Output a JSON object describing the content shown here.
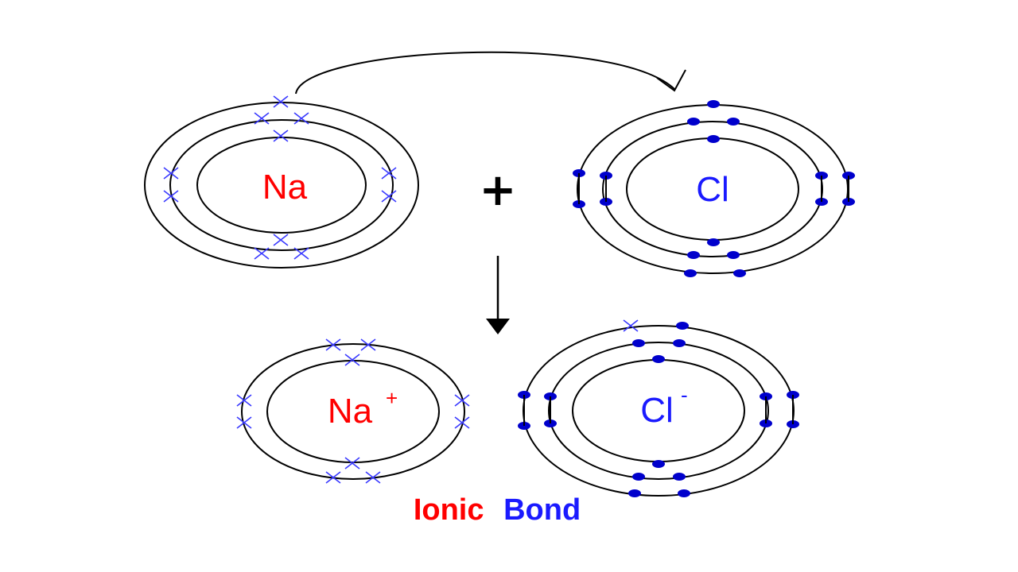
{
  "diagram": {
    "na": {
      "symbol": "Na"
    },
    "cl": {
      "symbol": "Cl"
    },
    "operator": "+",
    "na_ion": {
      "symbol": "Na",
      "charge": "+"
    },
    "cl_ion": {
      "symbol": "Cl",
      "charge": "-"
    },
    "caption": {
      "word1": "Ionic",
      "word2": "Bond"
    }
  },
  "colors": {
    "sodium": "#ff0000",
    "chlorine": "#1a1aff",
    "electron_x": "#3a3aff",
    "electron_dot": "#0000cc",
    "shell": "#000000"
  },
  "icons": {
    "transfer_arrow": "curved-arrow-icon",
    "reaction_arrow": "down-arrow-icon",
    "sodium_electron": "cross-electron-icon",
    "chlorine_electron": "dot-electron-icon"
  }
}
